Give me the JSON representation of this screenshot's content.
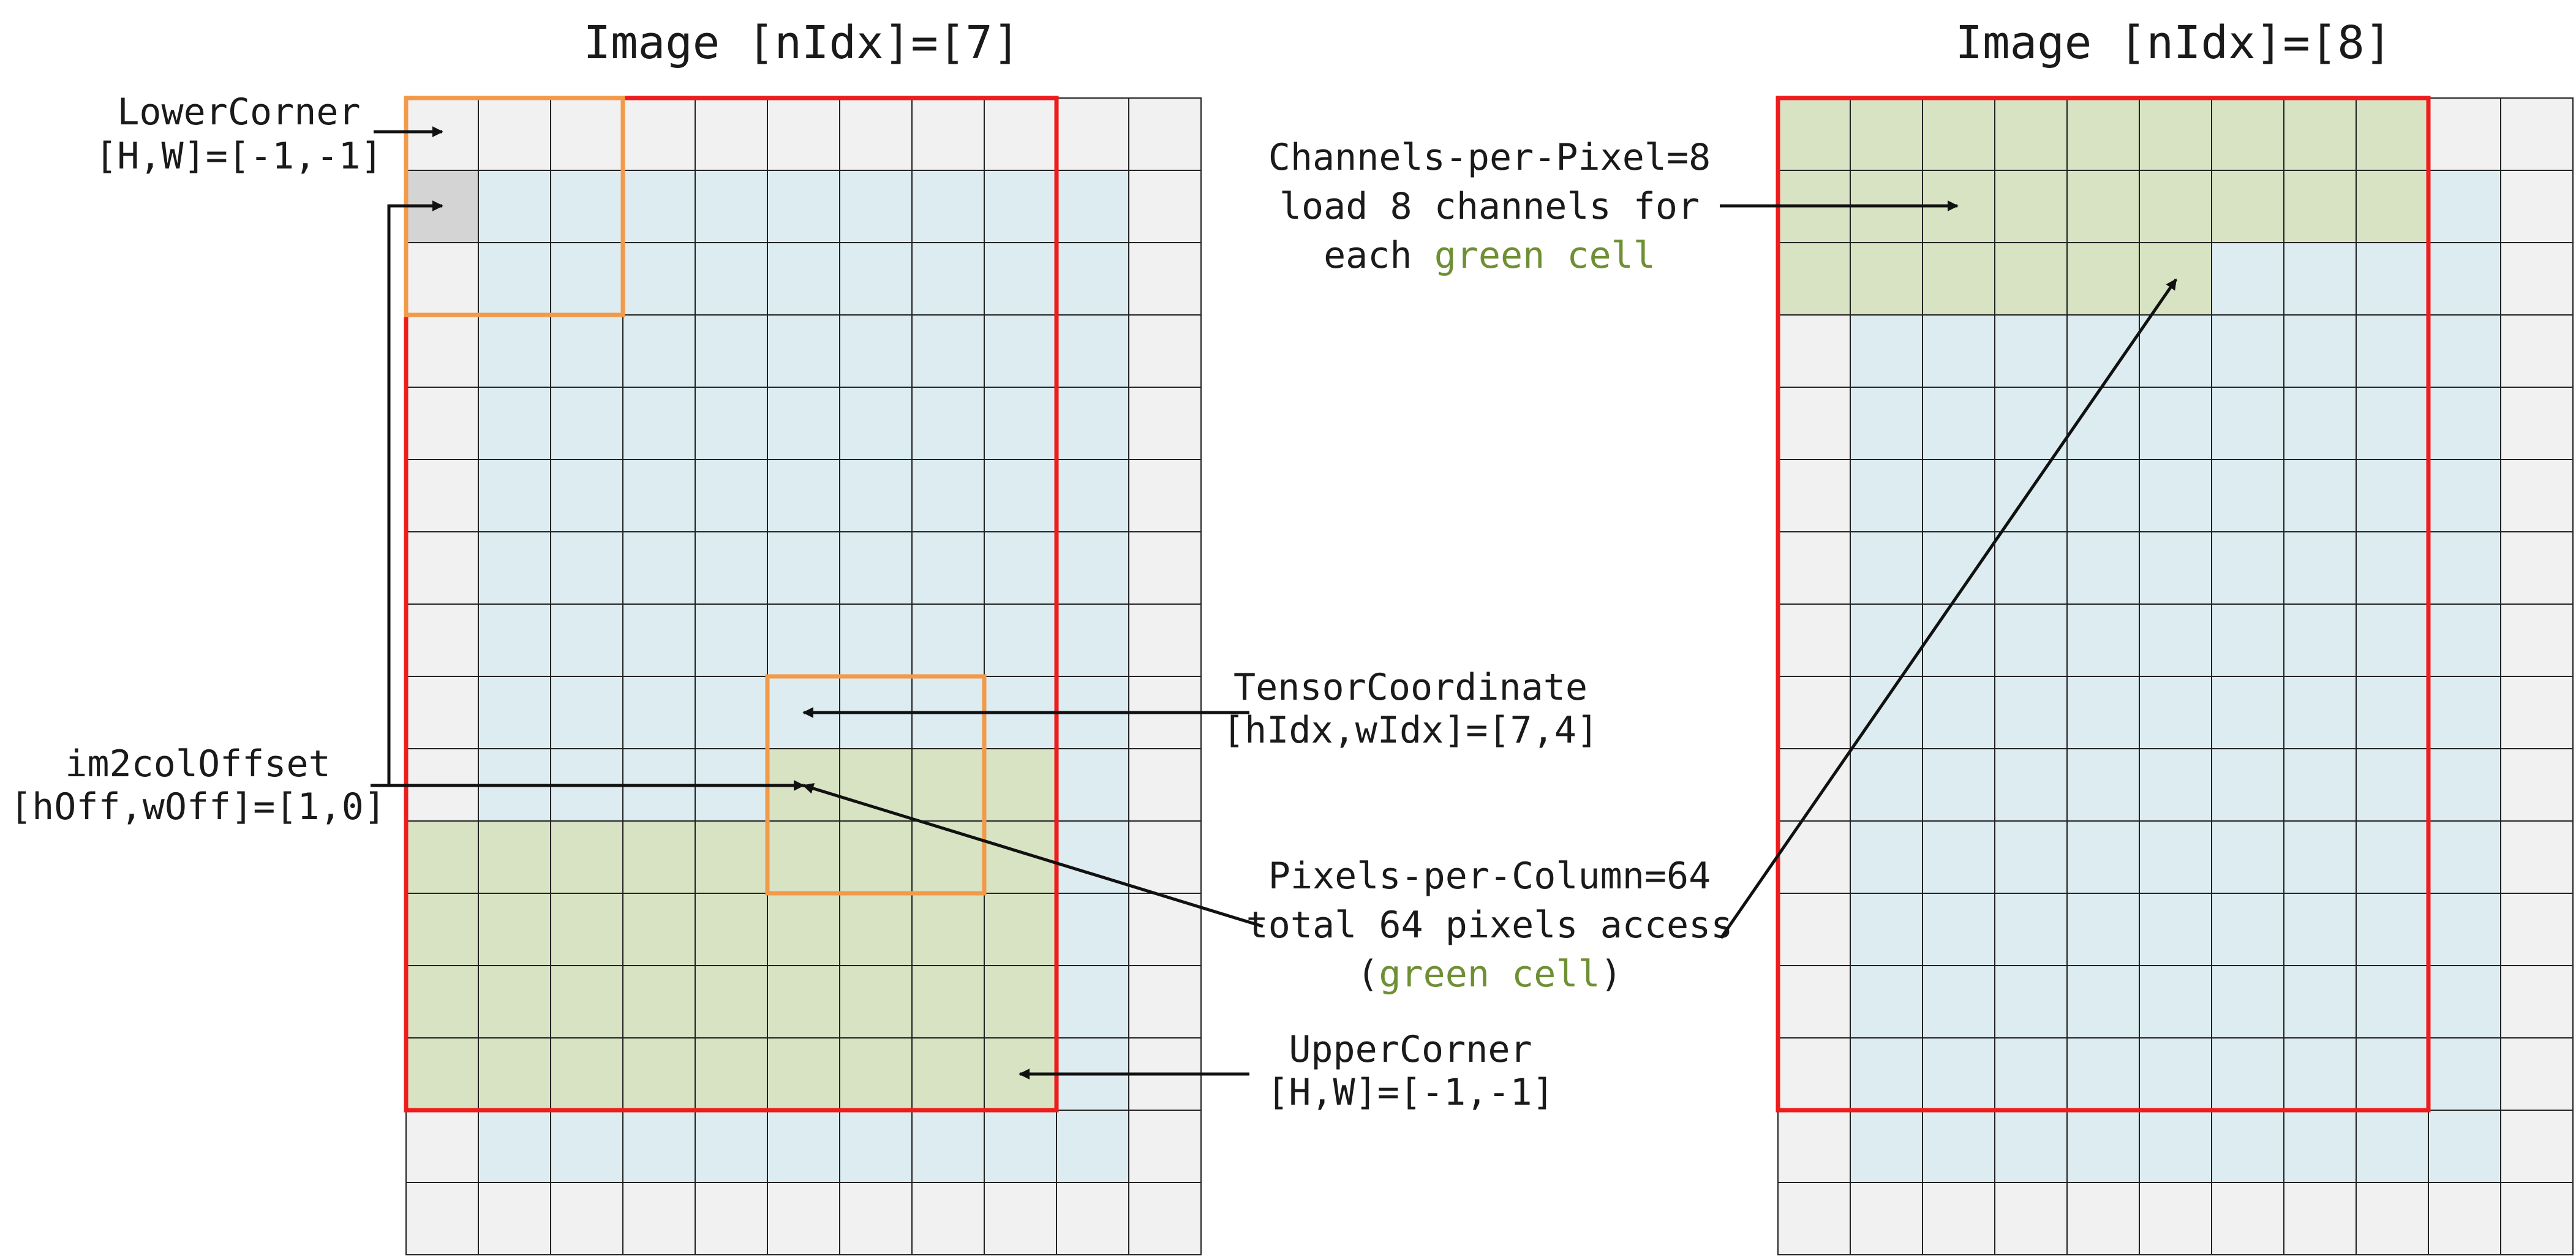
{
  "colors": {
    "pad_cell": "#f1f1f1",
    "image_cell": "#dcecf1",
    "green_cell": "#d7e3c2",
    "corner_cell": "#d4d4d4",
    "grid_line": "#222222",
    "image_border": "#ee1c1c",
    "window_border": "#f29a4a",
    "green_text": "#6f8f34"
  },
  "panels": [
    {
      "title": "Image [nIdx]=[7]",
      "grid": {
        "rows": 16,
        "cols": 11
      },
      "green_cells": [
        [
          9,
          5
        ],
        [
          9,
          6
        ],
        [
          9,
          7
        ],
        [
          9,
          8
        ],
        [
          10,
          0
        ],
        [
          10,
          1
        ],
        [
          10,
          2
        ],
        [
          10,
          3
        ],
        [
          10,
          4
        ],
        [
          10,
          5
        ],
        [
          10,
          6
        ],
        [
          10,
          7
        ],
        [
          10,
          8
        ],
        [
          11,
          0
        ],
        [
          11,
          1
        ],
        [
          11,
          2
        ],
        [
          11,
          3
        ],
        [
          11,
          4
        ],
        [
          11,
          5
        ],
        [
          11,
          6
        ],
        [
          11,
          7
        ],
        [
          11,
          8
        ],
        [
          12,
          0
        ],
        [
          12,
          1
        ],
        [
          12,
          2
        ],
        [
          12,
          3
        ],
        [
          12,
          4
        ],
        [
          12,
          5
        ],
        [
          12,
          6
        ],
        [
          12,
          7
        ],
        [
          12,
          8
        ],
        [
          13,
          0
        ],
        [
          13,
          1
        ],
        [
          13,
          2
        ],
        [
          13,
          3
        ],
        [
          13,
          4
        ],
        [
          13,
          5
        ],
        [
          13,
          6
        ],
        [
          13,
          7
        ],
        [
          13,
          8
        ]
      ],
      "corner_cell": [
        1,
        0
      ]
    },
    {
      "title": "Image [nIdx]=[8]",
      "grid": {
        "rows": 16,
        "cols": 11
      },
      "green_cells": [
        [
          0,
          0
        ],
        [
          0,
          1
        ],
        [
          0,
          2
        ],
        [
          0,
          3
        ],
        [
          0,
          4
        ],
        [
          0,
          5
        ],
        [
          0,
          6
        ],
        [
          0,
          7
        ],
        [
          0,
          8
        ],
        [
          1,
          0
        ],
        [
          1,
          1
        ],
        [
          1,
          2
        ],
        [
          1,
          3
        ],
        [
          1,
          4
        ],
        [
          1,
          5
        ],
        [
          1,
          6
        ],
        [
          1,
          7
        ],
        [
          1,
          8
        ],
        [
          2,
          0
        ],
        [
          2,
          1
        ],
        [
          2,
          2
        ],
        [
          2,
          3
        ],
        [
          2,
          4
        ],
        [
          2,
          5
        ]
      ]
    }
  ],
  "labels": {
    "lower_corner": {
      "line1": "LowerCorner",
      "line2": "[H,W]=[-1,-1]"
    },
    "im2col_offset": {
      "line1": "im2colOffset",
      "line2": "[hOff,wOff]=[1,0]"
    },
    "channels": {
      "line1": "Channels-per-Pixel=8",
      "line2": "load 8 channels for",
      "line3_prefix": "each ",
      "line3_highlight": "green cell"
    },
    "tensor_coordinate": {
      "line1": "TensorCoordinate",
      "line2": "[hIdx,wIdx]=[7,4]"
    },
    "pixels": {
      "line1": "Pixels-per-Column=64",
      "line2": "total 64 pixels access",
      "line3_open": "(",
      "line3_highlight": "green cell",
      "line3_close": ")"
    },
    "upper_corner": {
      "line1": "UpperCorner",
      "line2": "[H,W]=[-1,-1]"
    }
  }
}
